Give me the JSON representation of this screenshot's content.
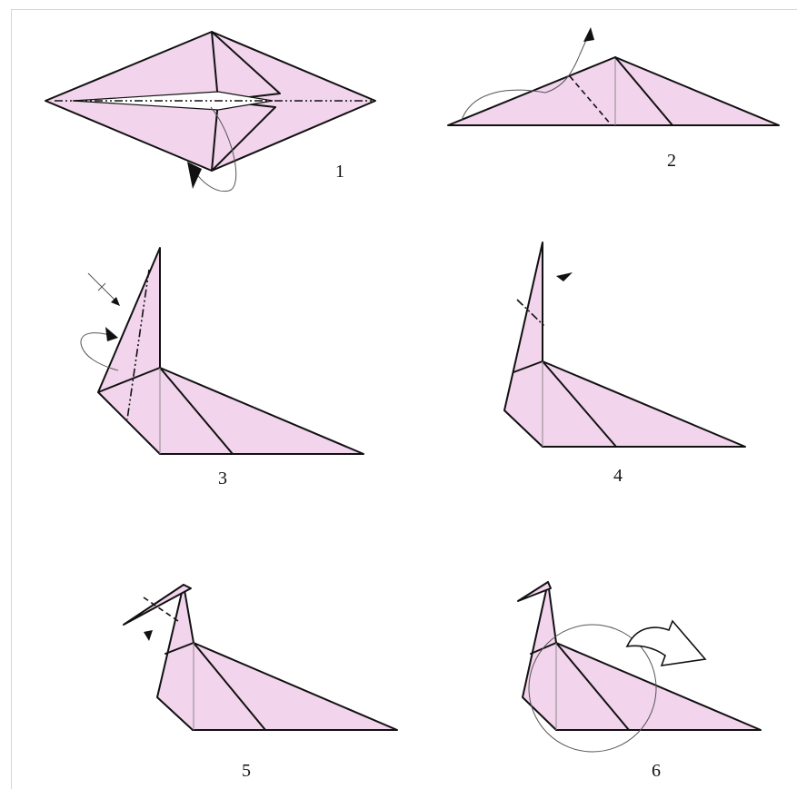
{
  "steps": [
    {
      "label": "1"
    },
    {
      "label": "2"
    },
    {
      "label": "3"
    },
    {
      "label": "4"
    },
    {
      "label": "5"
    },
    {
      "label": "6"
    }
  ],
  "colors": {
    "paper": "#f2d4ec",
    "frame": "#e7c9ec",
    "line": "#111111"
  }
}
